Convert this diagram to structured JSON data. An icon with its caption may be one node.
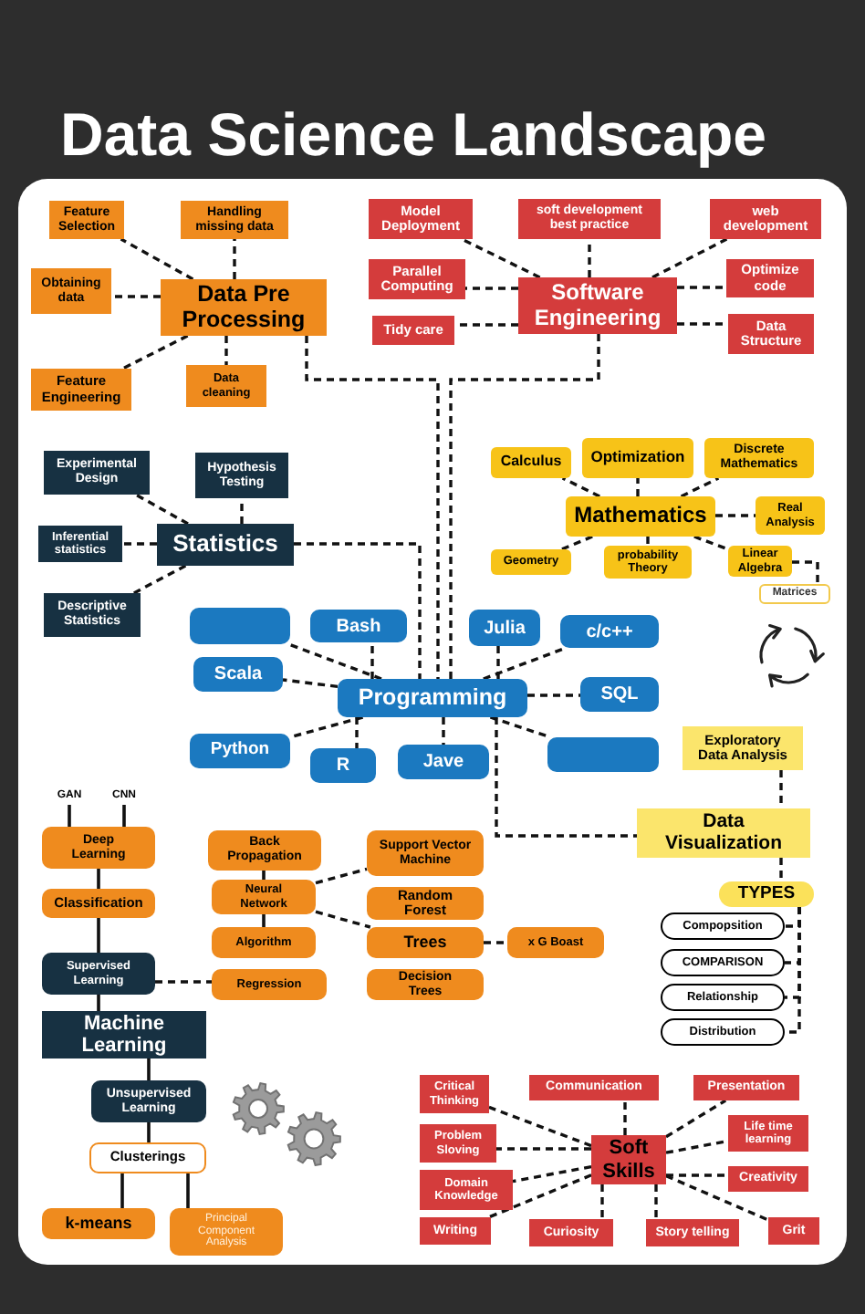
{
  "diagram": {
    "title": "Data Science Landscape",
    "nodes": [
      {
        "text": [
          "Feature Selection"
        ]
      },
      {
        "text": [
          "Handling missing data"
        ]
      },
      {
        "text": [
          "Obtaining data"
        ]
      },
      {
        "text": [
          "Data Pre Processing"
        ]
      },
      {
        "text": [
          "Feature Engineering"
        ]
      },
      {
        "text": [
          "Data cleaning"
        ]
      },
      {
        "text": [
          "Model Deployment"
        ]
      },
      {
        "text": [
          "soft development best practice"
        ]
      },
      {
        "text": [
          "web development"
        ]
      },
      {
        "text": [
          "Parallel Computing"
        ]
      },
      {
        "text": [
          "Software Engineering"
        ]
      },
      {
        "text": [
          "Optimize code"
        ]
      },
      {
        "text": [
          "Tidy care"
        ]
      },
      {
        "text": [
          "Data Structure"
        ]
      },
      {
        "text": [
          "Experimental Design"
        ]
      },
      {
        "text": [
          "Hypothesis Testing"
        ]
      },
      {
        "text": [
          "Inferential statistics"
        ]
      },
      {
        "text": [
          "Statistics"
        ]
      },
      {
        "text": [
          "Descriptive Statistics"
        ]
      },
      {
        "text": [
          "Calculus"
        ]
      },
      {
        "text": [
          "Optimization"
        ]
      },
      {
        "text": [
          "Discrete Mathematics"
        ]
      },
      {
        "text": [
          "Mathematics"
        ]
      },
      {
        "text": [
          "Real Analysis"
        ]
      },
      {
        "text": [
          "Geometry"
        ]
      },
      {
        "text": [
          "probability Theory"
        ]
      },
      {
        "text": [
          "Linear Algebra"
        ]
      },
      {
        "text": [
          "Matrices"
        ]
      },
      {
        "text": [],
        "shape": "box"
      },
      {
        "text": [
          "Bash"
        ]
      },
      {
        "text": [
          "Julia"
        ]
      },
      {
        "text": [
          "c/c++"
        ]
      },
      {
        "text": [
          "Scala"
        ]
      },
      {
        "text": [
          "Programming"
        ]
      },
      {
        "text": [
          "SQL"
        ]
      },
      {
        "text": [
          "Python"
        ]
      },
      {
        "text": [
          "R"
        ]
      },
      {
        "text": [
          "Jave"
        ]
      },
      {
        "text": [],
        "shape": "box"
      },
      {
        "text": [
          "Exploratory Data Analysis"
        ]
      },
      {
        "text": [
          "Data Visualization"
        ]
      },
      {
        "text": [
          "TYPES"
        ]
      },
      {
        "text": [
          "Compopsition"
        ]
      },
      {
        "text": [
          "COMPARISON"
        ]
      },
      {
        "text": [
          "Relationship"
        ]
      },
      {
        "text": [
          "Distribution"
        ]
      },
      {
        "text": [
          "GAN"
        ]
      },
      {
        "text": [
          "CNN"
        ]
      },
      {
        "text": [
          "Deep Learning"
        ]
      },
      {
        "text": [
          "Back Propagation"
        ]
      },
      {
        "text": [
          "Support Vector Machine"
        ]
      },
      {
        "text": [
          "Neural Network"
        ]
      },
      {
        "text": [
          "Random Forest"
        ]
      },
      {
        "text": [
          "Classification"
        ]
      },
      {
        "text": [
          "Algorithm"
        ]
      },
      {
        "text": [
          "Trees"
        ]
      },
      {
        "text": [
          "x G Boast"
        ]
      },
      {
        "text": [
          "Supervised Learning"
        ]
      },
      {
        "text": [
          "Regression"
        ]
      },
      {
        "text": [
          "Decision Trees"
        ]
      },
      {
        "text": [
          "Machine Learning"
        ]
      },
      {
        "text": [
          "Unsupervised Learning"
        ]
      },
      {
        "text": [
          "Clusterings"
        ]
      },
      {
        "text": [
          "k-means"
        ]
      },
      {
        "text": [
          "Principal Component Analysis"
        ]
      },
      {
        "text": [
          "Critical Thinking"
        ]
      },
      {
        "text": [
          "Communication"
        ]
      },
      {
        "text": [
          "Presentation"
        ]
      },
      {
        "text": [
          "Problem Sloving"
        ]
      },
      {
        "text": [
          "Soft Skills"
        ]
      },
      {
        "text": [
          "Life time learning"
        ]
      },
      {
        "text": [
          "Domain Knowledge"
        ]
      },
      {
        "text": [
          "Creativity"
        ]
      },
      {
        "text": [
          "Writing"
        ]
      },
      {
        "text": [
          "Curiosity"
        ]
      },
      {
        "text": [
          "Story telling"
        ]
      },
      {
        "text": [
          "Grit"
        ]
      }
    ],
    "edges": [
      {
        "from": 3,
        "to": 0,
        "arrow": "none",
        "style": "dashed"
      },
      {
        "from": 3,
        "to": 1,
        "arrow": "none",
        "style": "dashed"
      },
      {
        "from": 3,
        "to": 2,
        "arrow": "none",
        "style": "dashed"
      },
      {
        "from": 3,
        "to": 4,
        "arrow": "none",
        "style": "dashed"
      },
      {
        "from": 3,
        "to": 5,
        "arrow": "none",
        "style": "dashed"
      },
      {
        "from": 10,
        "to": 6,
        "arrow": "none",
        "style": "dashed"
      },
      {
        "from": 10,
        "to": 7,
        "arrow": "none",
        "style": "dashed"
      },
      {
        "from": 10,
        "to": 8,
        "arrow": "none",
        "style": "dashed"
      },
      {
        "from": 10,
        "to": 9,
        "arrow": "none",
        "style": "dashed"
      },
      {
        "from": 10,
        "to": 11,
        "arrow": "none",
        "style": "dashed"
      },
      {
        "from": 10,
        "to": 12,
        "arrow": "none",
        "style": "dashed"
      },
      {
        "from": 10,
        "to": 13,
        "arrow": "none",
        "style": "dashed"
      },
      {
        "from": 17,
        "to": 14,
        "arrow": "none",
        "style": "dashed"
      },
      {
        "from": 17,
        "to": 15,
        "arrow": "none",
        "style": "dashed"
      },
      {
        "from": 17,
        "to": 16,
        "arrow": "none",
        "style": "dashed"
      },
      {
        "from": 17,
        "to": 18,
        "arrow": "none",
        "style": "dashed"
      },
      {
        "from": 22,
        "to": 19,
        "arrow": "none",
        "style": "dashed"
      },
      {
        "from": 22,
        "to": 20,
        "arrow": "none",
        "style": "dashed"
      },
      {
        "from": 22,
        "to": 21,
        "arrow": "none",
        "style": "dashed"
      },
      {
        "from": 22,
        "to": 23,
        "arrow": "none",
        "style": "dashed"
      },
      {
        "from": 22,
        "to": 24,
        "arrow": "none",
        "style": "dashed"
      },
      {
        "from": 22,
        "to": 25,
        "arrow": "none",
        "style": "dashed"
      },
      {
        "from": 22,
        "to": 26,
        "arrow": "none",
        "style": "dashed"
      },
      {
        "from": 26,
        "to": 27,
        "arrow": "none",
        "style": "dashed"
      },
      {
        "from": 3,
        "to": 33,
        "arrow": "none",
        "style": "dashed"
      },
      {
        "from": 10,
        "to": 33,
        "arrow": "none",
        "style": "dashed"
      },
      {
        "from": 17,
        "to": 33,
        "arrow": "none",
        "style": "dashed"
      },
      {
        "from": 33,
        "to": 28,
        "arrow": "none",
        "style": "dashed"
      },
      {
        "from": 33,
        "to": 29,
        "arrow": "none",
        "style": "dashed"
      },
      {
        "from": 33,
        "to": 30,
        "arrow": "none",
        "style": "dashed"
      },
      {
        "from": 33,
        "to": 31,
        "arrow": "none",
        "style": "dashed"
      },
      {
        "from": 33,
        "to": 32,
        "arrow": "none",
        "style": "dashed"
      },
      {
        "from": 33,
        "to": 34,
        "arrow": "none",
        "style": "dashed"
      },
      {
        "from": 33,
        "to": 35,
        "arrow": "none",
        "style": "dashed"
      },
      {
        "from": 33,
        "to": 36,
        "arrow": "none",
        "style": "dashed"
      },
      {
        "from": 33,
        "to": 37,
        "arrow": "none",
        "style": "dashed"
      },
      {
        "from": 33,
        "to": 38,
        "arrow": "none",
        "style": "dashed"
      },
      {
        "from": 33,
        "to": 40,
        "arrow": "none",
        "style": "dashed"
      },
      {
        "from": 39,
        "to": 40,
        "arrow": "none",
        "style": "dashed"
      },
      {
        "from": 40,
        "to": 41,
        "arrow": "none",
        "style": "dashed"
      },
      {
        "from": 41,
        "to": 42,
        "arrow": "none",
        "style": "dashed"
      },
      {
        "from": 41,
        "to": 43,
        "arrow": "none",
        "style": "dashed"
      },
      {
        "from": 41,
        "to": 44,
        "arrow": "none",
        "style": "dashed"
      },
      {
        "from": 41,
        "to": 45,
        "arrow": "none",
        "style": "dashed"
      },
      {
        "from": 46,
        "to": 48,
        "arrow": "none"
      },
      {
        "from": 47,
        "to": 48,
        "arrow": "none"
      },
      {
        "from": 48,
        "to": 53,
        "arrow": "none"
      },
      {
        "from": 53,
        "to": 57,
        "arrow": "none"
      },
      {
        "from": 57,
        "to": 60,
        "arrow": "none"
      },
      {
        "from": 60,
        "to": 61,
        "arrow": "none"
      },
      {
        "from": 61,
        "to": 62,
        "arrow": "none"
      },
      {
        "from": 62,
        "to": 63,
        "arrow": "none"
      },
      {
        "from": 62,
        "to": 64,
        "arrow": "none"
      },
      {
        "from": 57,
        "to": 58,
        "arrow": "none",
        "style": "dashed"
      },
      {
        "from": 49,
        "to": 51,
        "arrow": "none"
      },
      {
        "from": 51,
        "to": 54,
        "arrow": "none"
      },
      {
        "from": 51,
        "to": 50,
        "arrow": "none",
        "style": "dashed"
      },
      {
        "from": 51,
        "to": 55,
        "arrow": "none",
        "style": "dashed"
      },
      {
        "from": 55,
        "to": 56,
        "arrow": "none",
        "style": "dashed"
      },
      {
        "from": 69,
        "to": 65,
        "arrow": "none",
        "style": "dashed"
      },
      {
        "from": 69,
        "to": 66,
        "arrow": "none",
        "style": "dashed"
      },
      {
        "from": 69,
        "to": 67,
        "arrow": "none",
        "style": "dashed"
      },
      {
        "from": 69,
        "to": 68,
        "arrow": "none",
        "style": "dashed"
      },
      {
        "from": 69,
        "to": 70,
        "arrow": "none",
        "style": "dashed"
      },
      {
        "from": 69,
        "to": 71,
        "arrow": "none",
        "style": "dashed"
      },
      {
        "from": 69,
        "to": 72,
        "arrow": "none",
        "style": "dashed"
      },
      {
        "from": 69,
        "to": 73,
        "arrow": "none",
        "style": "dashed"
      },
      {
        "from": 69,
        "to": 74,
        "arrow": "none",
        "style": "dashed"
      },
      {
        "from": 69,
        "to": 75,
        "arrow": "none",
        "style": "dashed"
      },
      {
        "from": 69,
        "to": 76,
        "arrow": "none",
        "style": "dashed"
      }
    ]
  }
}
